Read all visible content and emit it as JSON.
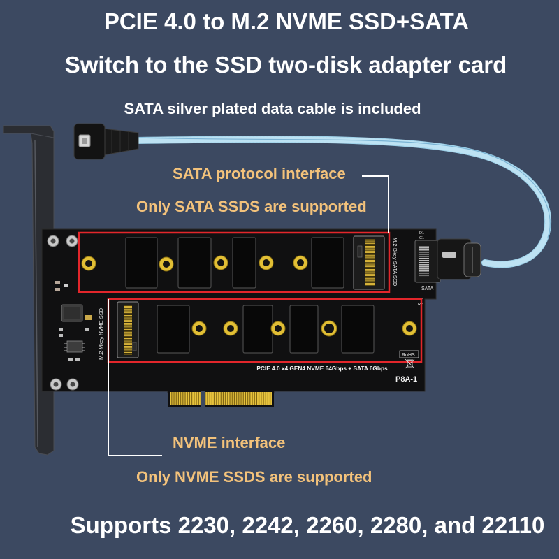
{
  "headline": {
    "title": "PCIE 4.0 to M.2 NVME SSD+SATA",
    "subtitle": "Switch to the SSD two-disk adapter card",
    "cable_note": "SATA silver plated data cable is included"
  },
  "sata_callout": {
    "title": "SATA protocol interface",
    "note": "Only SATA SSDS are supported"
  },
  "nvme_callout": {
    "title": "NVME interface",
    "note": "Only NVME SSDS are supported"
  },
  "footer": {
    "sizes": "Supports 2230, 2242, 2260, 2280, and 22110"
  },
  "board": {
    "spec_label": "PCIE 4.0 x4 GEN4 NVME 64Gbps + SATA 6Gbps",
    "model_label": "P8A-1",
    "bkey_slot_label": "M.2-Bkey SATA SSD",
    "mkey_slot_label": "M.2-Mkey NVME SSD",
    "sata_port_label": "SATA",
    "rohs_label": "RoHS",
    "silkscreen": [
      "D1",
      "C1",
      "D2",
      "R2"
    ]
  },
  "icons": {
    "disposal": "crossed-bin-icon"
  },
  "colors": {
    "background": "#3c4961",
    "headline_text": "#ffffff",
    "callout_text": "#f3c27b",
    "highlight_box": "#e3262b",
    "cable": "#9fd2ea",
    "pcb": "#101011",
    "gold": "#e2bf35"
  }
}
